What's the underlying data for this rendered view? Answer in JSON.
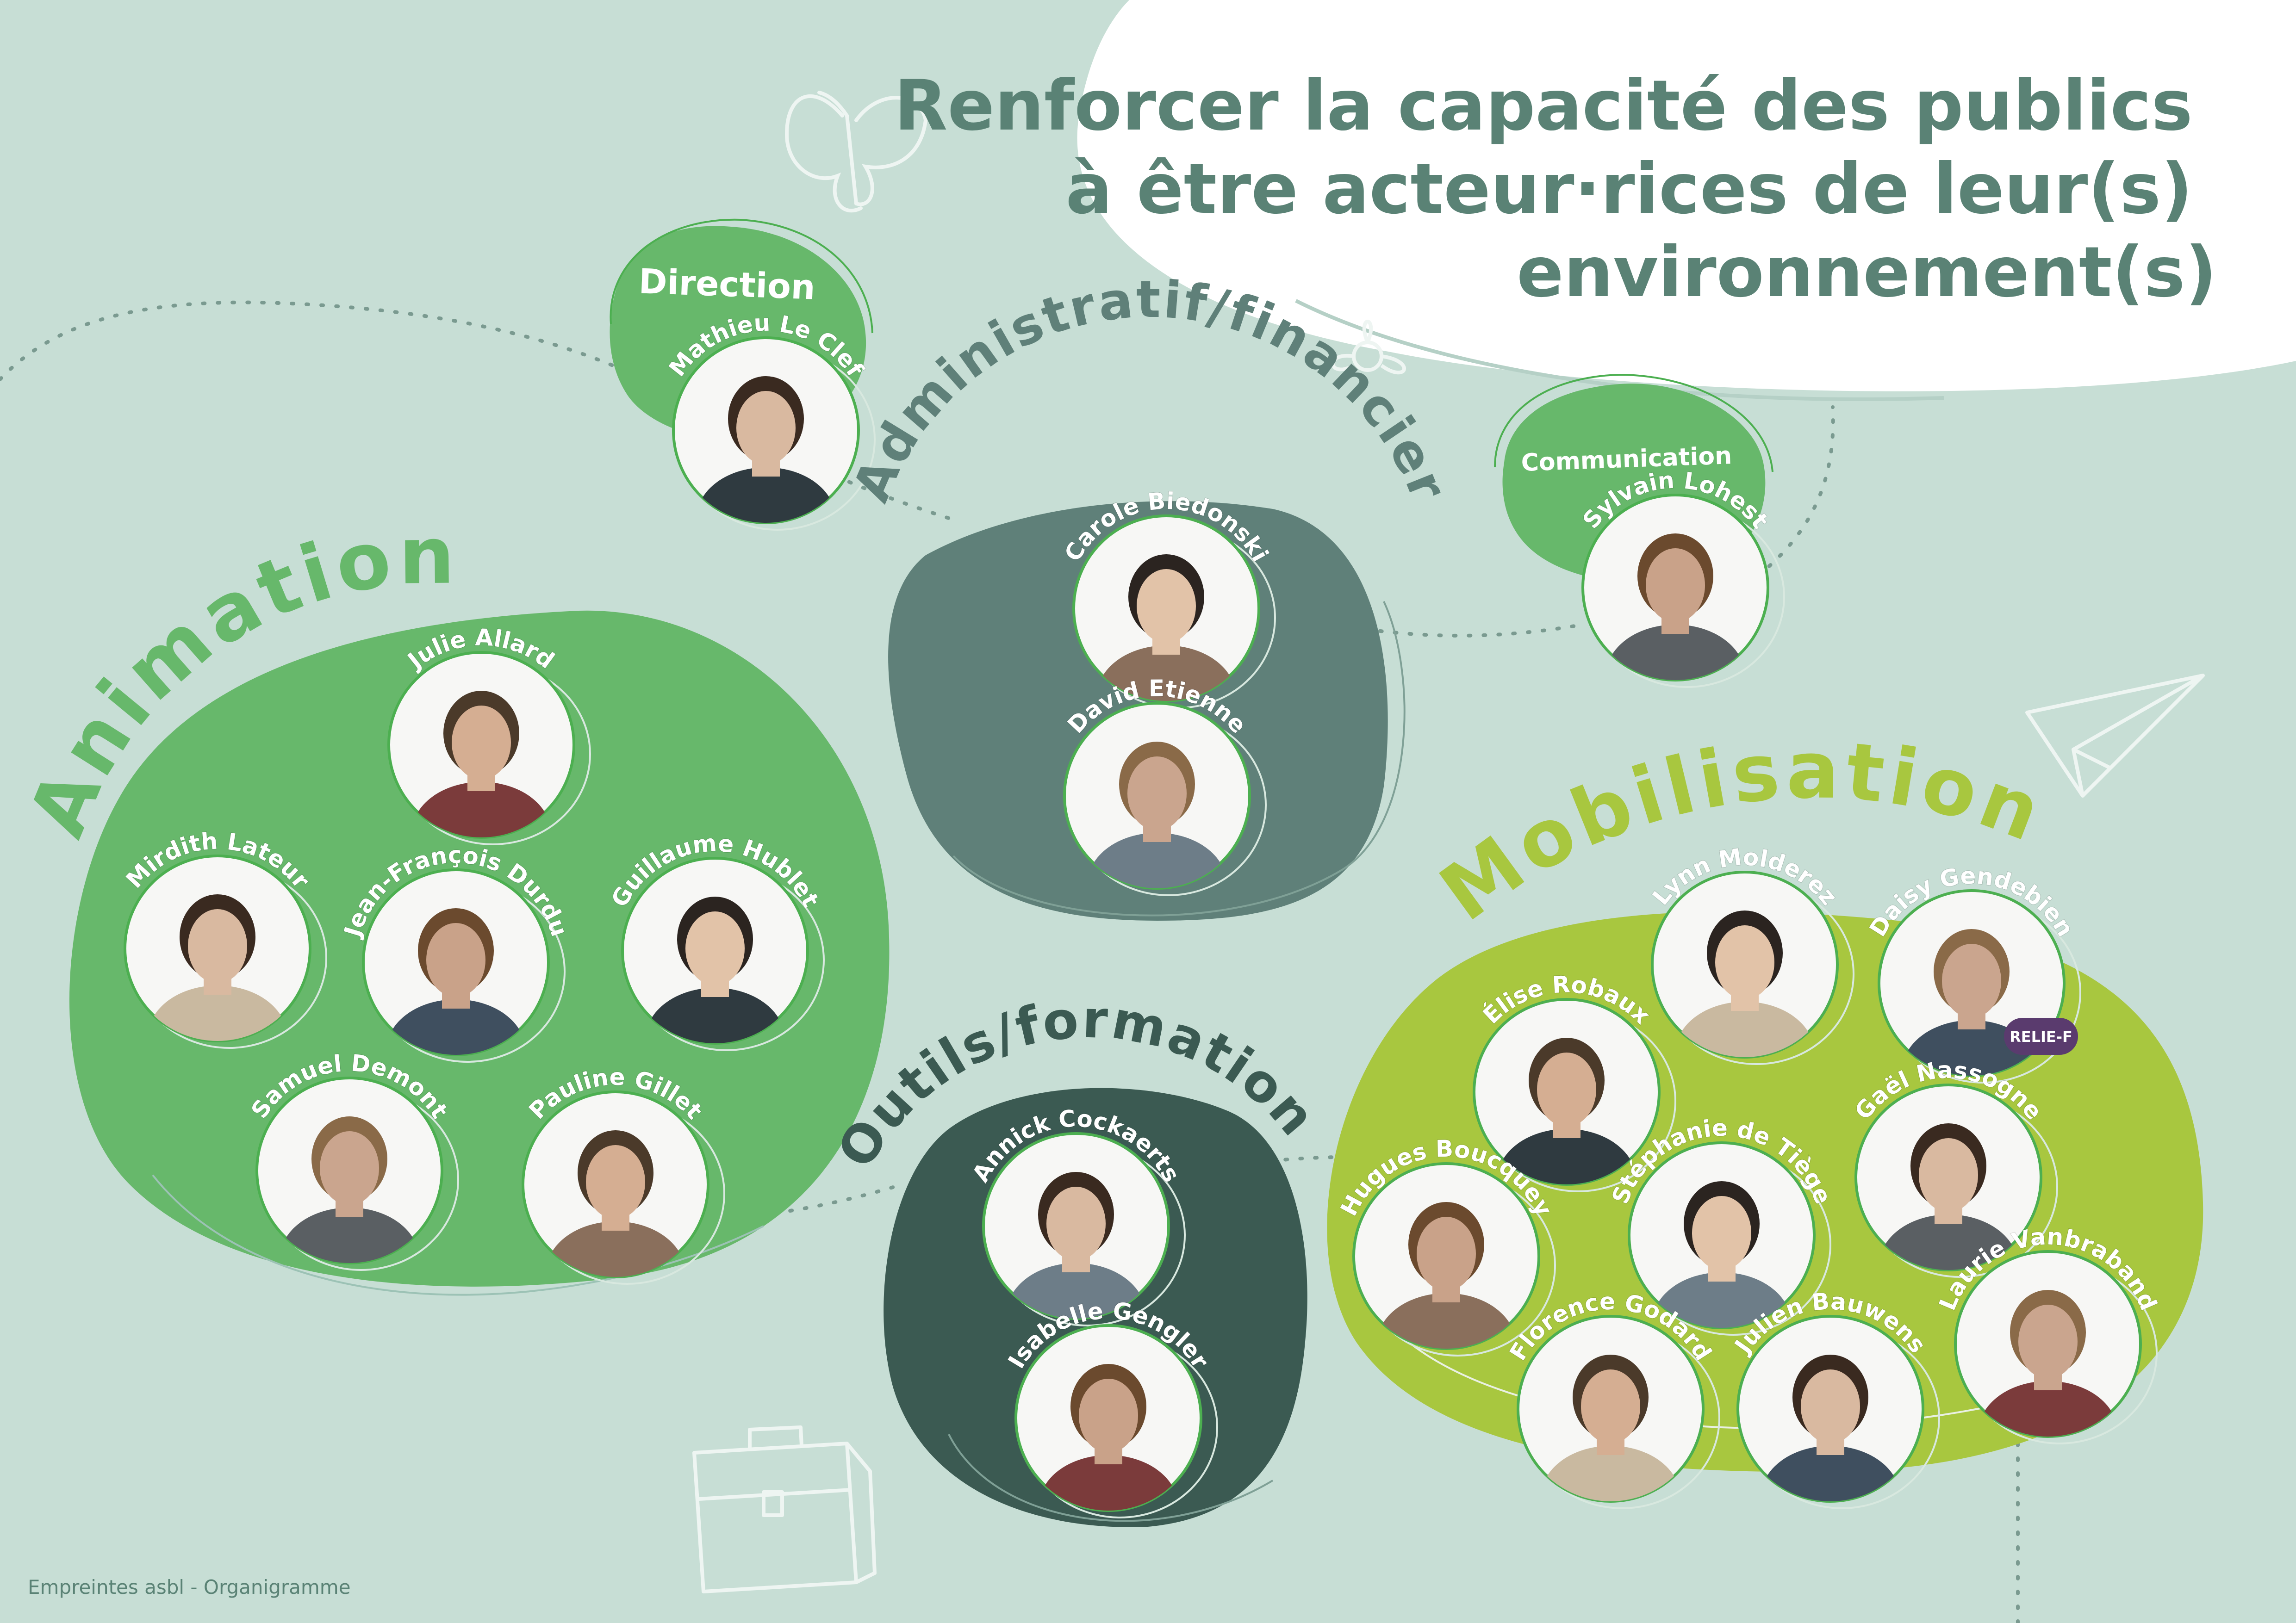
{
  "title": {
    "lines": [
      "Renforcer la capacité des publics",
      "à être acteur·rices de leur(s)",
      "environnement(s)"
    ]
  },
  "colors": {
    "background": "#c7ded5",
    "animation": "#67b86b",
    "mobilisation": "#a8c73f",
    "administratif": "#5f8079",
    "outils": "#3b5a52",
    "direction": "#67b86b",
    "communication": "#67b86b",
    "title_text": "#5a8275",
    "label_dark": "#3b5a52",
    "portrait_border": "#4caf50"
  },
  "groups": {
    "direction": {
      "label": "Direction",
      "members": [
        "Mathieu Le Clef"
      ]
    },
    "communication": {
      "label": "Communication",
      "members": [
        "Sylvain Lohest"
      ]
    },
    "administratif": {
      "label": "Administratif/financier",
      "members": [
        "Carole Biedonski",
        "David Etienne"
      ]
    },
    "animation": {
      "label": "Animation",
      "members": [
        "Julie Allard",
        "Mirdith Lateur",
        "Jean-François Durdu",
        "Guillaume Hublet",
        "Samuel Demont",
        "Pauline Gillet"
      ]
    },
    "outils": {
      "label": "Outils/formation",
      "members": [
        "Annick Cockaerts",
        "Isabelle Gengler"
      ]
    },
    "mobilisation": {
      "label": "Mobilisation",
      "members": [
        "Lynn Molderez",
        "Daisy Gendebien",
        "Élise Robaux",
        "Gaël Nassogne",
        "Hugues Boucquey",
        "Stéphanie de Tiège",
        "Laurie Vanbraband",
        "Florence Godard",
        "Julien Bauwens"
      ]
    }
  },
  "badge": "RELIE-F",
  "footer": "Empreintes asbl - Organigramme",
  "icons": [
    "butterfly-icon",
    "flower-icon",
    "paper-plane-icon",
    "briefcase-icon"
  ]
}
